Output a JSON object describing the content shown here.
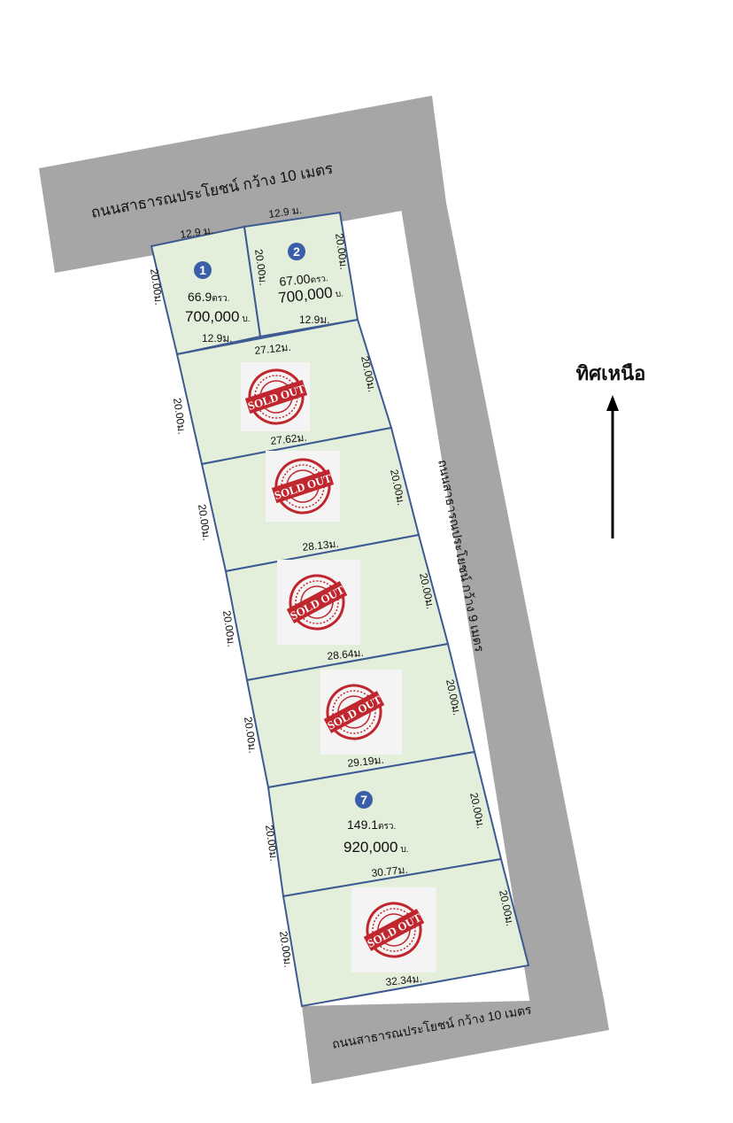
{
  "roads": {
    "top": "ถนนสาธารณประโยชน์ กว้าง 10 เมตร",
    "right": "ถนนสาธารณประโยชน์ กว้าง 9 เมตร",
    "bottom": "ถนนสาธารณประโยชน์ กว้าง 10 เมตร"
  },
  "north_label": "ทิศเหนือ",
  "sold_out_text": "SOLD OUT",
  "colors": {
    "lot_fill": "#e3eedb",
    "border": "#3d5a93",
    "road": "#a6a6a6",
    "badge": "#3b5ea8",
    "stamp": "#c0262d"
  },
  "lots": [
    {
      "number": "1",
      "area": "66.9",
      "area_unit": "ตรว.",
      "price": "700,000",
      "price_unit": "บ.",
      "top": "12.9 ม.",
      "bottom": "12.9ม.",
      "left": "20.00ม.",
      "right": "20.00ม."
    },
    {
      "number": "2",
      "area": "67.00",
      "area_unit": "ตรว.",
      "price": "700,000",
      "price_unit": "บ.",
      "top": "12.9 ม.",
      "bottom": "12.9ม.",
      "left": "20.00ม.",
      "right": "20.00ม."
    },
    {
      "sold": true,
      "top": "27.12ม.",
      "bottom": "27.62ม.",
      "left": "20.00ม.",
      "right": "20.00ม."
    },
    {
      "sold": true,
      "bottom": "28.13ม.",
      "left": "20.00ม.",
      "right": "20.00ม."
    },
    {
      "sold": true,
      "bottom": "28.64ม.",
      "left": "20.00ม.",
      "right": "20.00ม."
    },
    {
      "sold": true,
      "bottom": "29.19ม.",
      "left": "20.00ม.",
      "right": "20.00ม."
    },
    {
      "number": "7",
      "area": "149.1",
      "area_unit": "ตรว.",
      "price": "920,000",
      "price_unit": "บ.",
      "bottom": "30.77ม.",
      "left": "20.00ม.",
      "right": "20.00ม."
    },
    {
      "sold": true,
      "bottom": "32.34ม.",
      "left": "20.00ม.",
      "right": "20.00ม."
    }
  ]
}
